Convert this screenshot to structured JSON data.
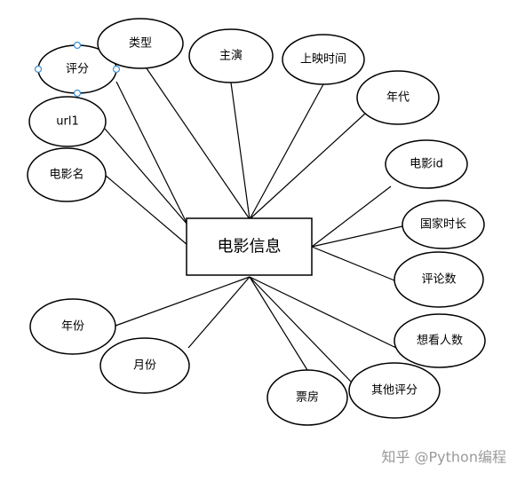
{
  "diagram": {
    "entity": "电影信息",
    "attributes": [
      {
        "id": "pingfen",
        "label": "评分",
        "selected": true
      },
      {
        "id": "leixing",
        "label": "类型"
      },
      {
        "id": "zhuyan",
        "label": "主演"
      },
      {
        "id": "shangying",
        "label": "上映时间"
      },
      {
        "id": "niandai",
        "label": "年代"
      },
      {
        "id": "url1",
        "label": "url1"
      },
      {
        "id": "dianyingming",
        "label": "电影名"
      },
      {
        "id": "dianyingid",
        "label": "电影id"
      },
      {
        "id": "guojia",
        "label": "国家时长"
      },
      {
        "id": "pinglunshu",
        "label": "评论数"
      },
      {
        "id": "nianfen",
        "label": "年份"
      },
      {
        "id": "xiangkan",
        "label": "想看人数"
      },
      {
        "id": "yuefen",
        "label": "月份"
      },
      {
        "id": "qitapingfen",
        "label": "其他评分"
      },
      {
        "id": "piaofang",
        "label": "票房"
      }
    ]
  },
  "watermark": "知乎 @Python编程"
}
